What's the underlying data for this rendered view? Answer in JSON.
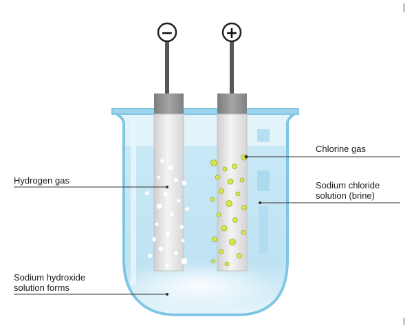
{
  "labels": {
    "hydrogen_gas": "Hydrogen gas",
    "chlorine_gas": "Chlorine gas",
    "sodium_chloride_line1": "Sodium chloride",
    "sodium_chloride_line2": "solution (brine)",
    "sodium_hydroxide_line1": "Sodium hydroxide",
    "sodium_hydroxide_line2": "solution forms"
  },
  "terminals": {
    "negative_symbol": "−",
    "positive_symbol": "+"
  },
  "colors": {
    "solution": "#bfe3f3",
    "glass_outline": "#7fc6e6",
    "electrode": "#e4e4e4",
    "cap": "#8f9193",
    "hydrogen_bubble": "#ffffff",
    "chlorine_bubble": "#d8e64a"
  }
}
